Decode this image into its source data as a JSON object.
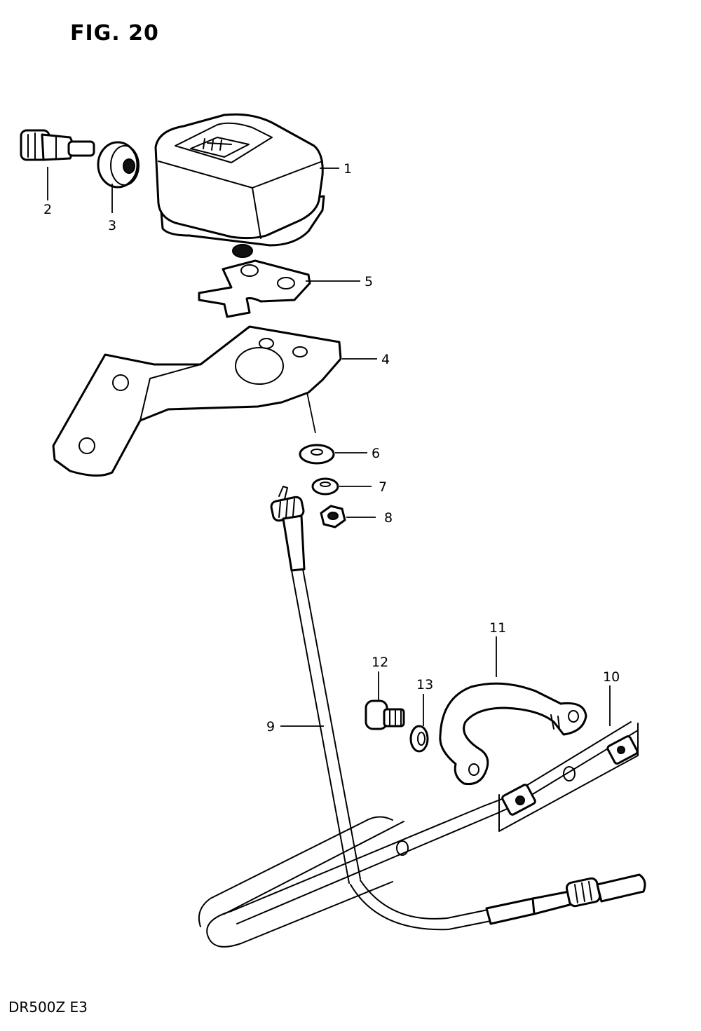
{
  "figure": {
    "title": "FIG. 20"
  },
  "footer": {
    "model_code": "DR500Z  E3"
  },
  "callouts": [
    "1",
    "2",
    "3",
    "4",
    "5",
    "6",
    "7",
    "8",
    "9",
    "10",
    "11",
    "12",
    "13"
  ]
}
